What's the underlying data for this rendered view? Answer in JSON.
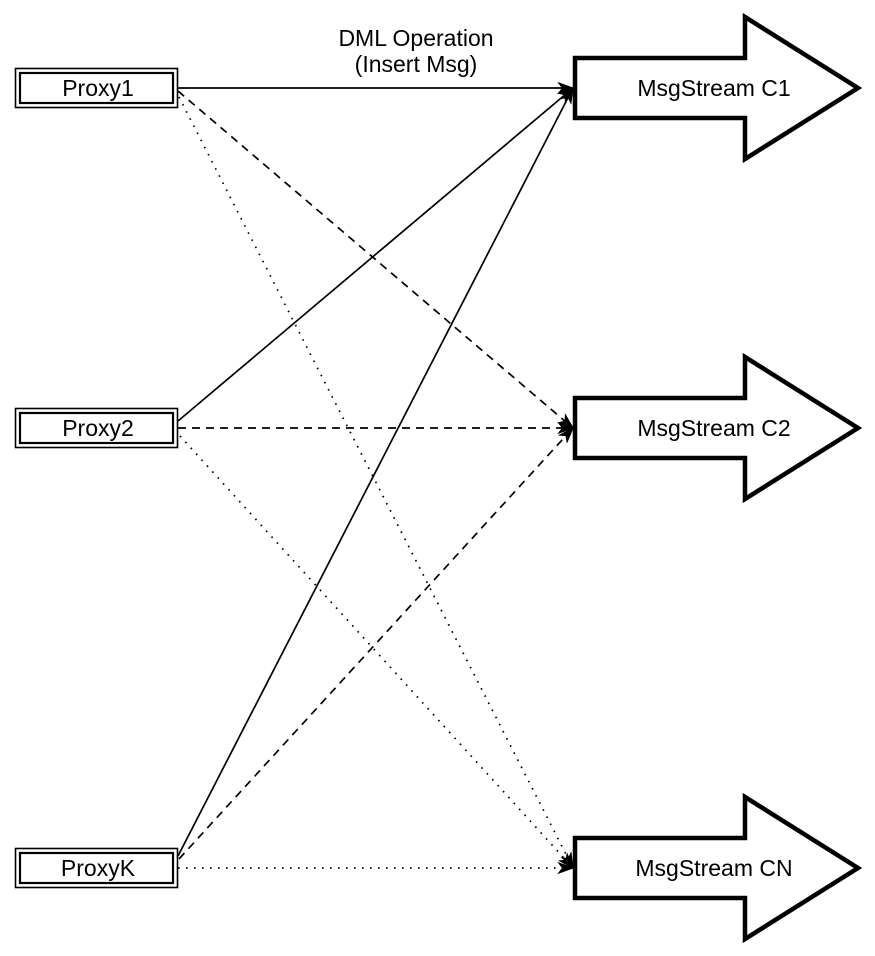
{
  "diagram": {
    "edge_label": {
      "line1": "DML Operation",
      "line2": "(Insert Msg)"
    },
    "proxies": [
      {
        "label": "Proxy1"
      },
      {
        "label": "Proxy2"
      },
      {
        "label": "ProxyK"
      }
    ],
    "streams": [
      {
        "label": "MsgStream C1"
      },
      {
        "label": "MsgStream C2"
      },
      {
        "label": "MsgStream CN"
      }
    ],
    "edges": [
      {
        "from": "Proxy1",
        "to": "MsgStream C1",
        "style": "solid"
      },
      {
        "from": "Proxy1",
        "to": "MsgStream C2",
        "style": "dashed"
      },
      {
        "from": "Proxy1",
        "to": "MsgStream CN",
        "style": "dotted"
      },
      {
        "from": "Proxy2",
        "to": "MsgStream C1",
        "style": "solid"
      },
      {
        "from": "Proxy2",
        "to": "MsgStream C2",
        "style": "dashed"
      },
      {
        "from": "Proxy2",
        "to": "MsgStream CN",
        "style": "dotted"
      },
      {
        "from": "ProxyK",
        "to": "MsgStream C1",
        "style": "solid"
      },
      {
        "from": "ProxyK",
        "to": "MsgStream C2",
        "style": "dashed"
      },
      {
        "from": "ProxyK",
        "to": "MsgStream CN",
        "style": "dotted"
      }
    ],
    "colors": {
      "stroke": "#000000",
      "fill": "#ffffff"
    }
  }
}
